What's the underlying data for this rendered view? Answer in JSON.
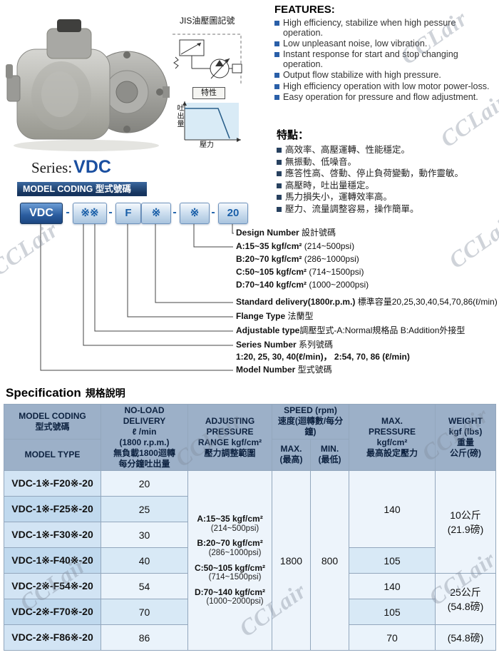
{
  "page": {
    "watermark": "CCLair"
  },
  "colors": {
    "accent_blue": "#1a5fa8",
    "model_text_blue": "#1464ae",
    "table_header_bg": "#9cb0c8",
    "row_light": "#eaf3fb",
    "row_dark": "#d8e9f6"
  },
  "jis": {
    "label": "JIS油壓圖記號"
  },
  "characteristic": {
    "label": "特性",
    "y_axis": "吐出量",
    "x_axis": "壓力",
    "curve": {
      "type": "line",
      "title": "特性",
      "xlabel": "壓力",
      "ylabel": "吐出量",
      "points_pct": [
        [
          0,
          95
        ],
        [
          62,
          95
        ],
        [
          100,
          8
        ]
      ]
    }
  },
  "features": {
    "title": "FEATURES:",
    "items": [
      "High efficiency, stabilize when high pessure operation.",
      "Low unpleasant noise, low vibration.",
      "Instant response for start and stop changing operation.",
      "Output flow stabilize with high pressure.",
      "High efficiency operation with low motor power-loss.",
      "Easy operation for pressure and flow adjustment."
    ]
  },
  "features_zh": {
    "title": "特點：",
    "items": [
      "高效率、高壓運轉、性能穩定。",
      "無振動、低噪音。",
      "應答性高、啓動、停止負荷變動，動作靈敏。",
      "高壓時，吐出量穩定。",
      "馬力損失小，運轉效率高。",
      "壓力、流量調整容易，操作簡單。"
    ]
  },
  "series": {
    "prefix": "Series:",
    "name": "VDC"
  },
  "model_coding": {
    "banner": "MODEL CODING 型式號碼",
    "dash": "-",
    "boxes": [
      "VDC",
      "※※",
      "F",
      "※",
      "※",
      "20"
    ],
    "callouts": {
      "design_number": {
        "en": "Design Number",
        "zh": " 設計號碼"
      },
      "pressure_options": [
        {
          "range": "A:15~35 kgf/cm²",
          "psi": " (214~500psi)"
        },
        {
          "range": "B:20~70 kgf/cm²",
          "psi": " (286~1000psi)"
        },
        {
          "range": "C:50~105 kgf/cm²",
          "psi": " (714~1500psi)"
        },
        {
          "range": "D:70~140 kgf/cm²",
          "psi": " (1000~2000psi)"
        }
      ],
      "standard_delivery": {
        "en": "Standard delivery(1800r.p.m.)",
        "zh": " 標準容量20,25,30,40,54,70,86(ℓ/min)"
      },
      "flange_type": {
        "en": "Flange Type",
        "zh": " 法蘭型"
      },
      "adjustable_type": {
        "en": "Adjustable type",
        "zh": "調壓型式-A:Normal規格品  B:Addition外接型"
      },
      "series_number": {
        "en": "Series Number",
        "zh": " 系列號碼"
      },
      "series_number_values": "1:20, 25, 30, 40(ℓ/min)，  2:54, 70, 86 (ℓ/min)",
      "model_number": {
        "en": "Model Number",
        "zh": " 型式號碼"
      }
    }
  },
  "spec": {
    "title_en": "Specification",
    "title_zh": "規格說明",
    "headers": {
      "model_coding": "MODEL CODING\n型式號碼",
      "model_type": "MODEL TYPE",
      "delivery": "NO-LOAD DELIVERY\nℓ /min\n(1800 r.p.m.)\n無負載1800迴轉\n每分鐘吐出量",
      "pressure": "ADJUSTING\nPRESSURE\nRANGE kgf/cm²\n壓力調整範圍",
      "speed": "SPEED (rpm)\n速度(迴轉數/每分鐘)",
      "speed_max": "MAX.\n(最高)",
      "speed_min": "MIN.\n(最低)",
      "max_pressure": "MAX.\nPRESSURE\nkgf/cm²\n最高設定壓力",
      "weight": "WEIGHT\nkgf (lbs)\n重量\n公斤(磅)"
    },
    "pressure_range": [
      {
        "range": "A:15~35 kgf/cm²",
        "psi": "(214~500psi)"
      },
      {
        "range": "B:20~70 kgf/cm²",
        "psi": "(286~1000psi)"
      },
      {
        "range": "C:50~105 kgf/cm²",
        "psi": "(714~1500psi)"
      },
      {
        "range": "D:70~140 kgf/cm²",
        "psi": "(1000~2000psi)"
      }
    ],
    "speed": {
      "max": "1800",
      "min": "800"
    },
    "rows": [
      {
        "model": "VDC-1※-F20※-20",
        "delivery": "20"
      },
      {
        "model": "VDC-1※-F25※-20",
        "delivery": "25"
      },
      {
        "model": "VDC-1※-F30※-20",
        "delivery": "30"
      },
      {
        "model": "VDC-1※-F40※-20",
        "delivery": "40"
      },
      {
        "model": "VDC-2※-F54※-20",
        "delivery": "54"
      },
      {
        "model": "VDC-2※-F70※-20",
        "delivery": "70"
      },
      {
        "model": "VDC-2※-F86※-20",
        "delivery": "86"
      }
    ],
    "max_pressure": [
      "140",
      "105",
      "140",
      "105",
      "70"
    ],
    "weight": [
      "10公斤\n(21.9磅)",
      "25公斤\n(54.8磅)",
      "(54.8磅)"
    ]
  }
}
